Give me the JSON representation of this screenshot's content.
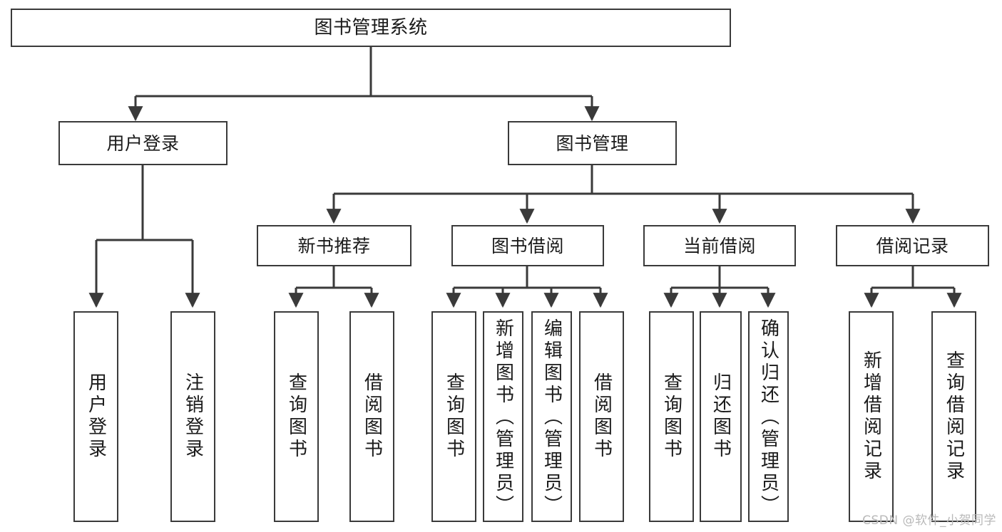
{
  "diagram": {
    "title": "图书管理系统",
    "type": "tree-hierarchy",
    "watermark": "CSDN @软件_小贺同学",
    "colors": {
      "box_border": "#3a3a3a",
      "box_fill": "#ffffff",
      "edge": "#3a3a3a",
      "text": "#1a1a1a",
      "watermark": "#b9b9b9",
      "background": "#ffffff"
    },
    "levels": {
      "root": {
        "label": "图书管理系统"
      },
      "level1": [
        {
          "id": "user-login",
          "label": "用户登录"
        },
        {
          "id": "book-manage",
          "label": "图书管理"
        }
      ],
      "level2": [
        {
          "id": "new-book-recommend",
          "label": "新书推荐",
          "parent": "book-manage"
        },
        {
          "id": "book-borrow",
          "label": "图书借阅",
          "parent": "book-manage"
        },
        {
          "id": "current-borrow",
          "label": "当前借阅",
          "parent": "book-manage"
        },
        {
          "id": "borrow-record",
          "label": "借阅记录",
          "parent": "book-manage"
        }
      ],
      "leaves": [
        {
          "id": "leaf-user-login",
          "label": "用户登录",
          "parent": "user-login"
        },
        {
          "id": "leaf-logout",
          "label": "注销登录",
          "parent": "user-login"
        },
        {
          "id": "leaf-query-book-1",
          "label": "查询图书",
          "parent": "new-book-recommend"
        },
        {
          "id": "leaf-borrow-book-1",
          "label": "借阅图书",
          "parent": "new-book-recommend"
        },
        {
          "id": "leaf-query-book-2",
          "label": "查询图书",
          "parent": "book-borrow"
        },
        {
          "id": "leaf-add-book",
          "label": "新增图书（管理员）",
          "parent": "book-borrow"
        },
        {
          "id": "leaf-edit-book",
          "label": "编辑图书（管理员）",
          "parent": "book-borrow"
        },
        {
          "id": "leaf-borrow-book-2",
          "label": "借阅图书",
          "parent": "book-borrow"
        },
        {
          "id": "leaf-query-book-3",
          "label": "查询图书",
          "parent": "current-borrow"
        },
        {
          "id": "leaf-return-book",
          "label": "归还图书",
          "parent": "current-borrow"
        },
        {
          "id": "leaf-confirm-return",
          "label": "确认归还（管理员）",
          "parent": "current-borrow"
        },
        {
          "id": "leaf-add-record",
          "label": "新增借阅记录",
          "parent": "borrow-record"
        },
        {
          "id": "leaf-query-record",
          "label": "查询借阅记录",
          "parent": "borrow-record"
        }
      ]
    }
  }
}
